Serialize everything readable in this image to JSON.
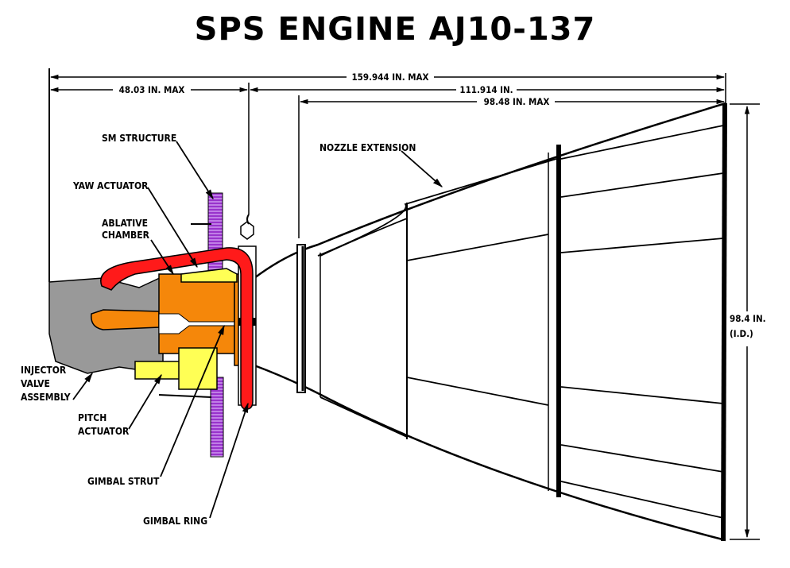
{
  "title": "SPS ENGINE AJ10-137",
  "dimensions": {
    "overall_length": "159.944 IN. MAX",
    "front_section": "48.03 IN. MAX",
    "gimbal_to_exit": "111.914 IN.",
    "nozzle_extension_length": "98.48 IN. MAX",
    "exit_diameter_line1": "98.4 IN.",
    "exit_diameter_line2": "(I.D.)"
  },
  "labels": {
    "sm_structure": "SM STRUCTURE",
    "yaw_actuator": "YAW ACTUATOR",
    "ablative_chamber_line1": "ABLATIVE",
    "ablative_chamber_line2": "CHAMBER",
    "nozzle_extension": "NOZZLE EXTENSION",
    "injector_line1": "INJECTOR",
    "injector_line2": "VALVE",
    "injector_line3": "ASSEMBLY",
    "pitch_line1": "PITCH",
    "pitch_line2": "ACTUATOR",
    "gimbal_strut": "GIMBAL STRUT",
    "gimbal_ring": "GIMBAL RING"
  },
  "colors": {
    "injector_gray": "#999999",
    "chamber_orange": "#f5870a",
    "actuator_yellow": "#ffff55",
    "propellant_line_red": "#ff1a1a",
    "structure_purple": "#9933cc",
    "line_black": "#000000"
  }
}
